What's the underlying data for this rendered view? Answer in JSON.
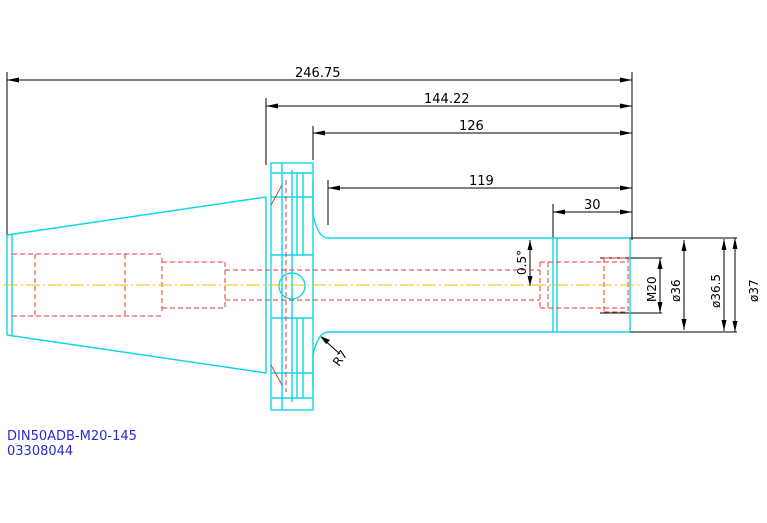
{
  "dimensions": {
    "overall_length": "246.75",
    "gauge_to_end": "144.22",
    "flange_to_end": "126",
    "body_length": "119",
    "end_length": "30",
    "taper": "0.5°",
    "radius": "R7",
    "thread": "M20",
    "dia_1": "ø36",
    "dia_2": "ø36.5",
    "dia_3": "ø37"
  },
  "title_block": {
    "part_name": "DIN50ADB-M20-145",
    "part_number": "03308044"
  },
  "colors": {
    "outline": "#12d6e6",
    "hidden": "#e03a3a",
    "centerline": "#e8c400",
    "text": "#2a2ad0"
  }
}
